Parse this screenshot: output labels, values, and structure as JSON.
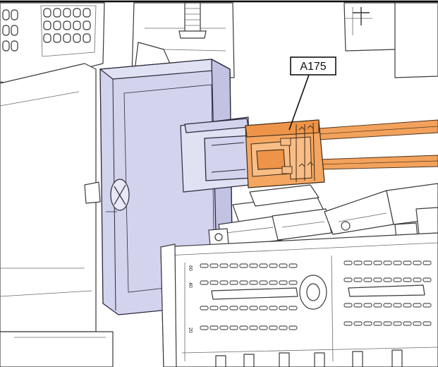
{
  "callout": {
    "label": "A175"
  },
  "connector_row_labels": [
    "60",
    "40",
    "20"
  ],
  "colors": {
    "module_housing": "#d3d3ee",
    "highlighted_connector": "#f5a660",
    "line_art": "#2a2a2a"
  }
}
